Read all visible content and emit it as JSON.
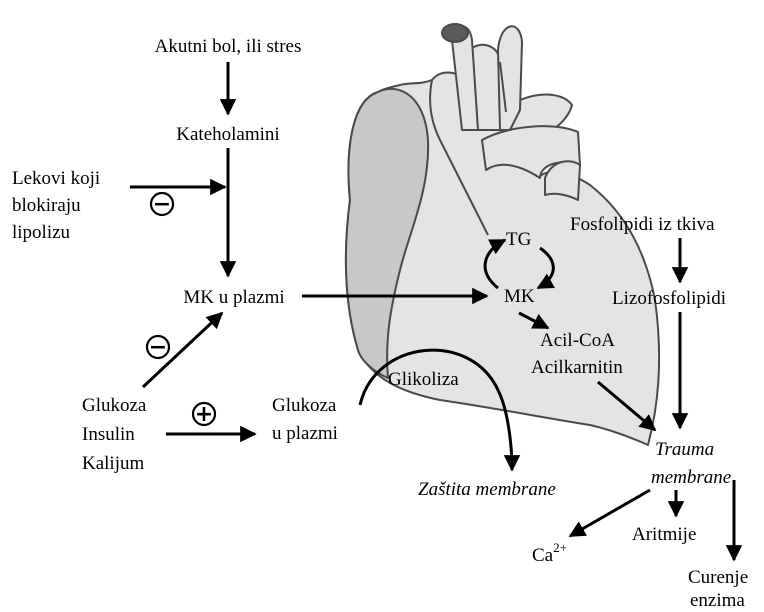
{
  "colors": {
    "heart_fill": "#e4e4e4",
    "heart_shade": "#c8c8c8",
    "heart_stroke": "#4a4a4a",
    "arrow": "#000000",
    "background": "#ffffff"
  },
  "labels": {
    "acute_pain": "Akutni bol, ili stres",
    "catecholamines": "Kateholamini",
    "drugs_line1": "Lekovi koji",
    "drugs_line2": "blokiraju",
    "drugs_line3": "lipolizu",
    "plasma_fa": "MK u plazmi",
    "glucose_line1": "Glukoza",
    "glucose_line2": "Insulin",
    "glucose_line3": "Kalijum",
    "plasma_glucose_line1": "Glukoza",
    "plasma_glucose_line2": "u plazmi",
    "glycolysis": "Glikoliza",
    "membrane_protection": "Zaštita membrane",
    "tg": "TG",
    "mk": "MK",
    "acyl_coa": "Acil-CoA",
    "acylcarnitine": "Acilkarnitin",
    "tissue_phospholipids": "Fosfolipidi iz tkiva",
    "lysophospholipids": "Lizofosfolipidi",
    "trauma_line1": "Trauma",
    "trauma_line2": "membrane",
    "calcium": "Ca",
    "calcium_charge": "2+",
    "arrhythmia": "Aritmije",
    "enzyme_leak_line1": "Curenje",
    "enzyme_leak_line2": "enzima",
    "minus_sign": "−",
    "plus_sign": "+"
  }
}
